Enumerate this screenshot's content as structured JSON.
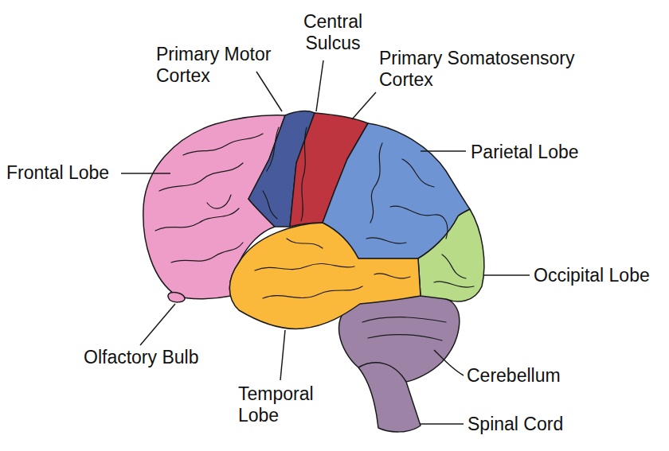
{
  "diagram": {
    "labels": [
      "Central Sulcus",
      "Primary Motor Cortex",
      "Primary Somatosensory Cortex",
      "Frontal Lobe",
      "Parietal Lobe",
      "Occipital Lobe",
      "Olfactory Bulb",
      "Temporal Lobe",
      "Cerebellum",
      "Spinal Cord"
    ]
  }
}
